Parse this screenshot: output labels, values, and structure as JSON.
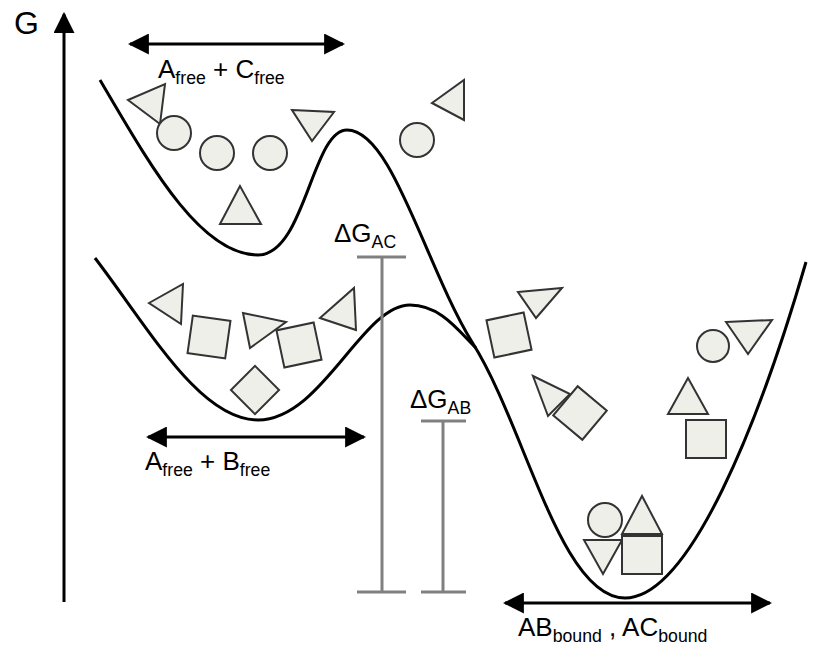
{
  "diagram": {
    "labels": [
      "G",
      "Afree + Cfree",
      "ΔGAC",
      "Afree + Bfree",
      "ΔGAB",
      "ABbound , ACbound"
    ]
  }
}
